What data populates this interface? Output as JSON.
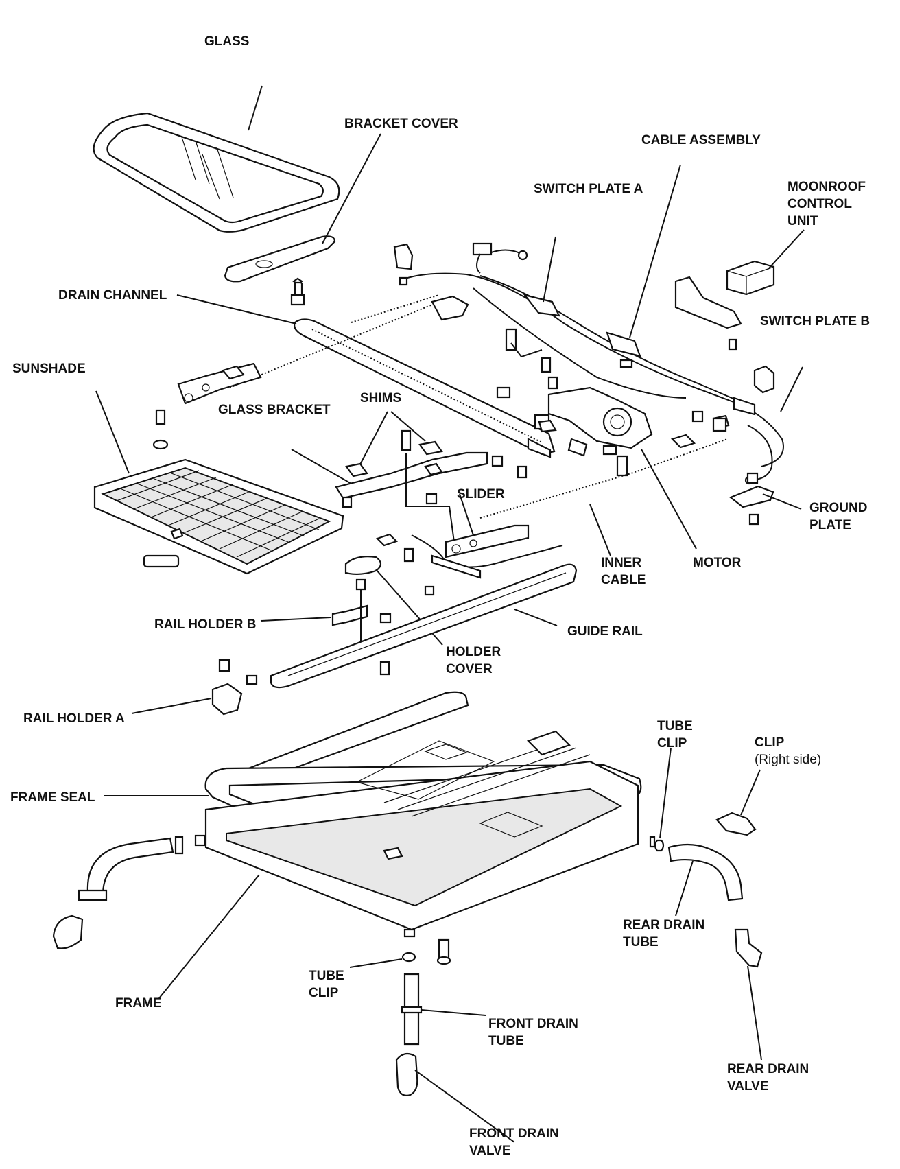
{
  "labels": {
    "glass": "GLASS",
    "bracket_cover": "BRACKET COVER",
    "cable_assembly": "CABLE ASSEMBLY",
    "switch_plate_a": "SWITCH PLATE A",
    "moonroof_control_unit": [
      "MOONROOF",
      "CONTROL",
      "UNIT"
    ],
    "drain_channel": "DRAIN CHANNEL",
    "switch_plate_b": "SWITCH PLATE B",
    "sunshade": "SUNSHADE",
    "glass_bracket": "GLASS BRACKET",
    "shims": "SHIMS",
    "slider": "SLIDER",
    "ground_plate": [
      "GROUND",
      "PLATE"
    ],
    "inner_cable": [
      "INNER",
      "CABLE"
    ],
    "motor": "MOTOR",
    "rail_holder_b": "RAIL HOLDER B",
    "guide_rail": "GUIDE RAIL",
    "holder_cover": [
      "HOLDER",
      "COVER"
    ],
    "rail_holder_a": "RAIL HOLDER A",
    "tube_clip_top": [
      "TUBE",
      "CLIP"
    ],
    "clip": "CLIP",
    "clip_note": "(Right side)",
    "frame_seal": "FRAME SEAL",
    "rear_drain_tube": [
      "REAR DRAIN",
      "TUBE"
    ],
    "frame": "FRAME",
    "tube_clip_bottom": [
      "TUBE",
      "CLIP"
    ],
    "front_drain_tube": [
      "FRONT DRAIN",
      "TUBE"
    ],
    "rear_drain_valve": [
      "REAR DRAIN",
      "VALVE"
    ],
    "front_drain_valve": [
      "FRONT DRAIN",
      "VALVE"
    ]
  }
}
